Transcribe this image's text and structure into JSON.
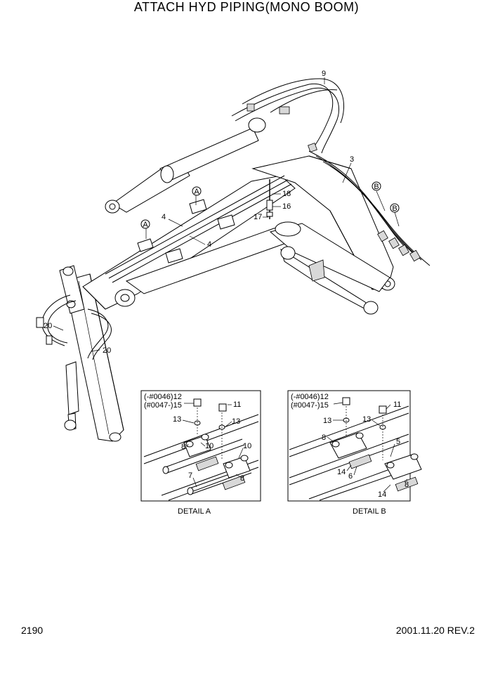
{
  "title": "ATTACH HYD PIPING(MONO BOOM)",
  "page_number": "2190",
  "revision": "2001.11.20 REV.2",
  "detail_refs": {
    "a": "A",
    "b": "B"
  },
  "main_labels": {
    "l9": "9",
    "l3": "3",
    "l18": "18",
    "l16": "16",
    "l17": "17",
    "l4a": "4",
    "l4b": "4",
    "l20a": "20",
    "l20b": "20"
  },
  "detail_a": {
    "caption": "DETAIL A",
    "note1": "(-#0046)12",
    "note2": "(#0047-)15",
    "l11": "11",
    "l13a": "13",
    "l13b": "13",
    "l10a": "10",
    "l10b": "10",
    "l8a": "8",
    "l8b": "8",
    "l7": "7"
  },
  "detail_b": {
    "caption": "DETAIL B",
    "note1": "(-#0046)12",
    "note2": "(#0047-)15",
    "l11": "11",
    "l13a": "13",
    "l13b": "13",
    "l8a": "8",
    "l8b": "8",
    "l5": "5",
    "l14a": "14",
    "l14b": "14",
    "l6": "6"
  }
}
